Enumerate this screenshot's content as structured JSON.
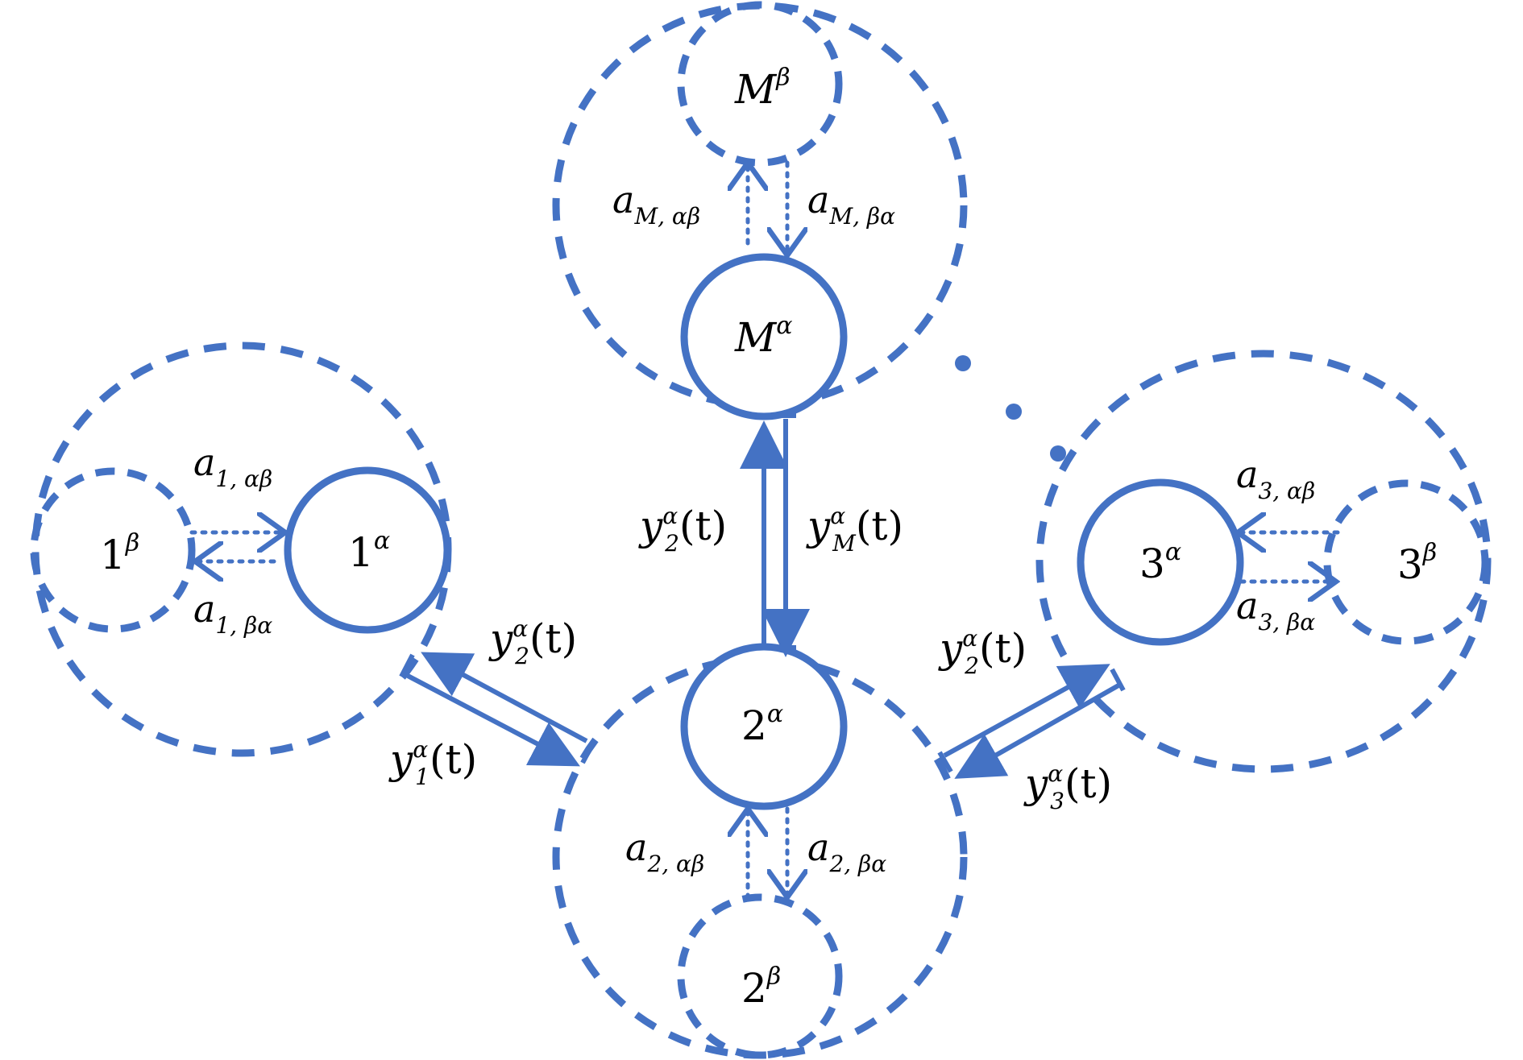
{
  "colors": {
    "stroke": "#4472C4",
    "text": "#000000",
    "background": "#ffffff"
  },
  "nodes": {
    "alpha": [
      {
        "id": "node-1-alpha",
        "base": "1",
        "sup": "α"
      },
      {
        "id": "node-2-alpha",
        "base": "2",
        "sup": "α"
      },
      {
        "id": "node-3-alpha",
        "base": "3",
        "sup": "α"
      },
      {
        "id": "node-m-alpha",
        "base": "M",
        "sup": "α"
      }
    ],
    "beta": [
      {
        "id": "node-1-beta",
        "base": "1",
        "sup": "β"
      },
      {
        "id": "node-2-beta",
        "base": "2",
        "sup": "β"
      },
      {
        "id": "node-3-beta",
        "base": "3",
        "sup": "β"
      },
      {
        "id": "node-m-beta",
        "base": "M",
        "sup": "β"
      }
    ]
  },
  "rates": [
    {
      "id": "rate-1-ab",
      "base": "a",
      "sub": "1, αβ"
    },
    {
      "id": "rate-1-ba",
      "base": "a",
      "sub": "1, βα"
    },
    {
      "id": "rate-2-ab",
      "base": "a",
      "sub": "2, αβ"
    },
    {
      "id": "rate-2-ba",
      "base": "a",
      "sub": "2, βα"
    },
    {
      "id": "rate-3-ab",
      "base": "a",
      "sub": "3, αβ"
    },
    {
      "id": "rate-3-ba",
      "base": "a",
      "sub": "3, βα"
    },
    {
      "id": "rate-m-ab",
      "base": "a",
      "sub": "M, αβ"
    },
    {
      "id": "rate-m-ba",
      "base": "a",
      "sub": "M, βα"
    }
  ],
  "flows": [
    {
      "id": "flow-y2-to-1",
      "base": "y",
      "sup": "α",
      "sub": "2",
      "arg": "(t)"
    },
    {
      "id": "flow-y1-to-2",
      "base": "y",
      "sup": "α",
      "sub": "1",
      "arg": "(t)"
    },
    {
      "id": "flow-y2-to-m",
      "base": "y",
      "sup": "α",
      "sub": "2",
      "arg": "(t)"
    },
    {
      "id": "flow-ym-to-2",
      "base": "y",
      "sup": "α",
      "sub": "M",
      "arg": "(t)"
    },
    {
      "id": "flow-y2-to-3",
      "base": "y",
      "sup": "α",
      "sub": "2",
      "arg": "(t)"
    },
    {
      "id": "flow-y3-to-2",
      "base": "y",
      "sup": "α",
      "sub": "3",
      "arg": "(t)"
    }
  ]
}
